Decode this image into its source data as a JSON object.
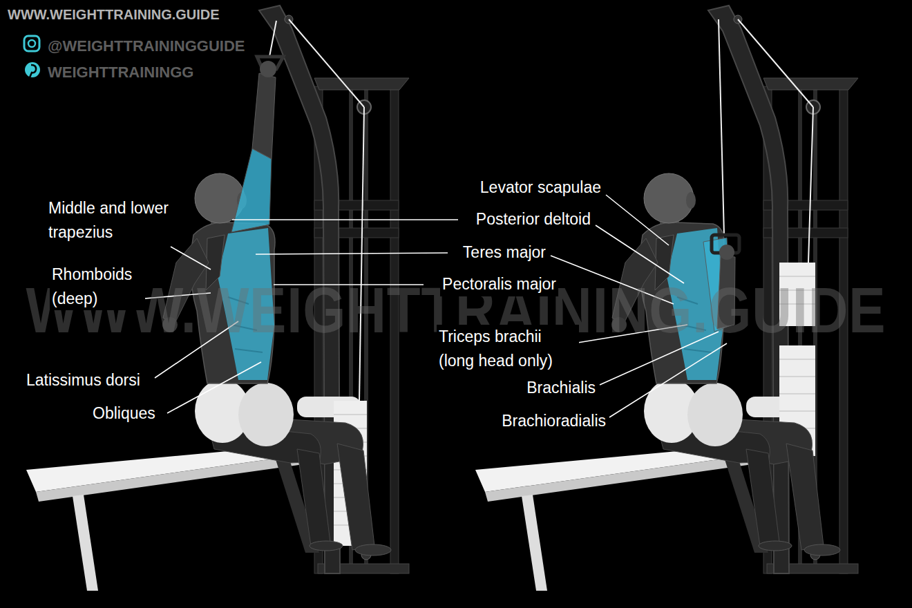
{
  "diagram": {
    "labels": [
      "WWW.WEIGHTTRAINING.GUIDE",
      "@WEIGHTTRAININGGUIDE",
      "WEIGHTTRAININGG",
      "WWW.WEIGHTTRAINING.GUIDE",
      "Middle and lower trapezius",
      "Rhomboids (deep)",
      "Latissimus dorsi",
      "Obliques",
      "Levator scapulae",
      "Posterior deltoid",
      "Teres major",
      "Pectoralis major",
      "Triceps brachii (long head only)",
      "Brachialis",
      "Brachioradialis"
    ]
  }
}
